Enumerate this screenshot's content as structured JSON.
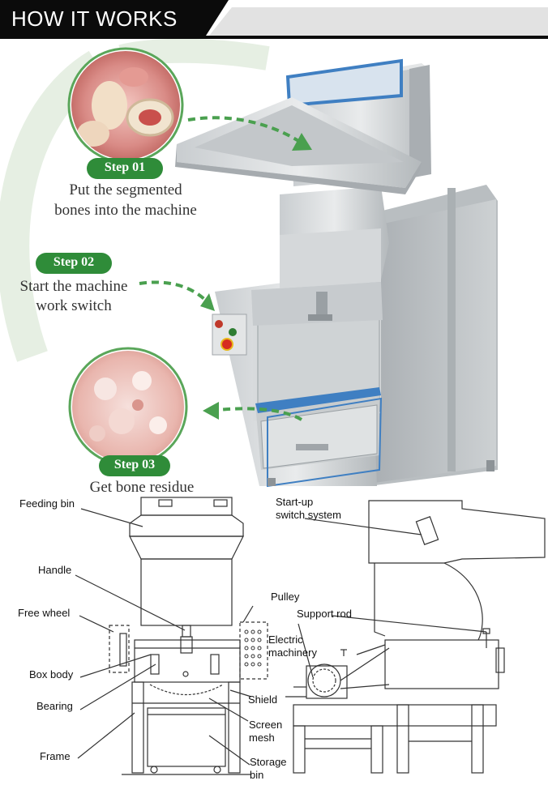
{
  "header": {
    "title": "HOW IT WORKS"
  },
  "steps": [
    {
      "badge": "Step 01",
      "line1": "Put the segmented",
      "line2": "bones into the machine",
      "photo_icon": "raw-bone-pieces"
    },
    {
      "badge": "Step 02",
      "line1": "Start the machine",
      "line2": "work switch"
    },
    {
      "badge": "Step 03",
      "line1": "Get bone residue",
      "photo_icon": "ground-bone-residue"
    }
  ],
  "diagram_front": {
    "labels": {
      "feeding_bin": "Feeding bin",
      "handle": "Handle",
      "free_wheel": "Free wheel",
      "box_body": "Box body",
      "bearing": "Bearing",
      "frame": "Frame",
      "pulley": "Pulley",
      "electric_1": "Electric",
      "electric_2": "machinery",
      "shield": "Shield",
      "screen_1": "Screen",
      "screen_2": "mesh",
      "storage_1": "Storage",
      "storage_2": "bin"
    }
  },
  "diagram_side": {
    "labels": {
      "startup_1": "Start-up",
      "startup_2": "switch system",
      "support_rod": "Support rod"
    }
  },
  "colors": {
    "header_bg": "#0b0b0b",
    "badge_green": "#2f8c39",
    "arrow_green": "#4aa04f",
    "steel_light": "#dcdfe1",
    "steel_dark": "#9aa0a4",
    "accent_blue": "#3f7fc2"
  }
}
